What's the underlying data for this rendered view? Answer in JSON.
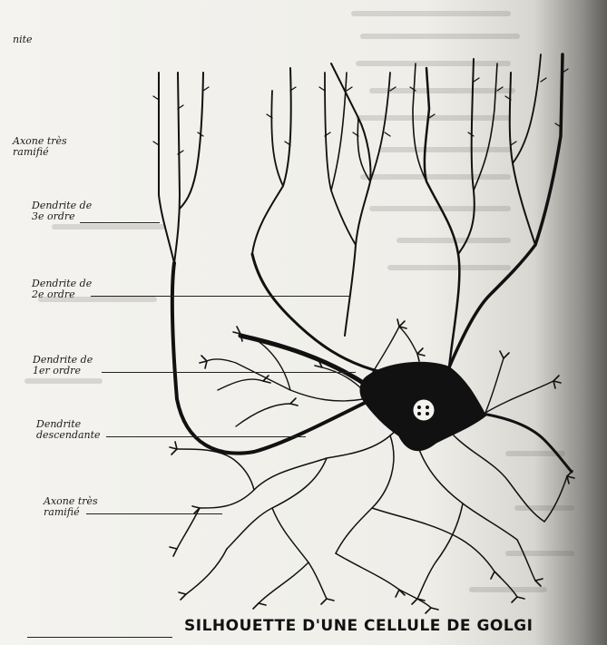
{
  "title": "SILHOUETTE D'UNE CELLULE DE GOLGI",
  "labels": {
    "top_fragment": "nite",
    "axone_tres_ramifie_top": "Axone très\nramifié",
    "dendrite_3e_ordre": "Dendrite de\n3e ordre",
    "dendrite_2e_ordre": "Dendrite de\n2e ordre",
    "dendrite_1er_ordre": "Dendrite de\n1er ordre",
    "dendrite_descendante": "Dendrite\ndescendante",
    "axone_tres_ramifie_bottom": "Axone très\nramifié"
  },
  "colors": {
    "ink": "#111111",
    "paper": "#f4f3ef",
    "shadow": "#5f5e5b"
  }
}
